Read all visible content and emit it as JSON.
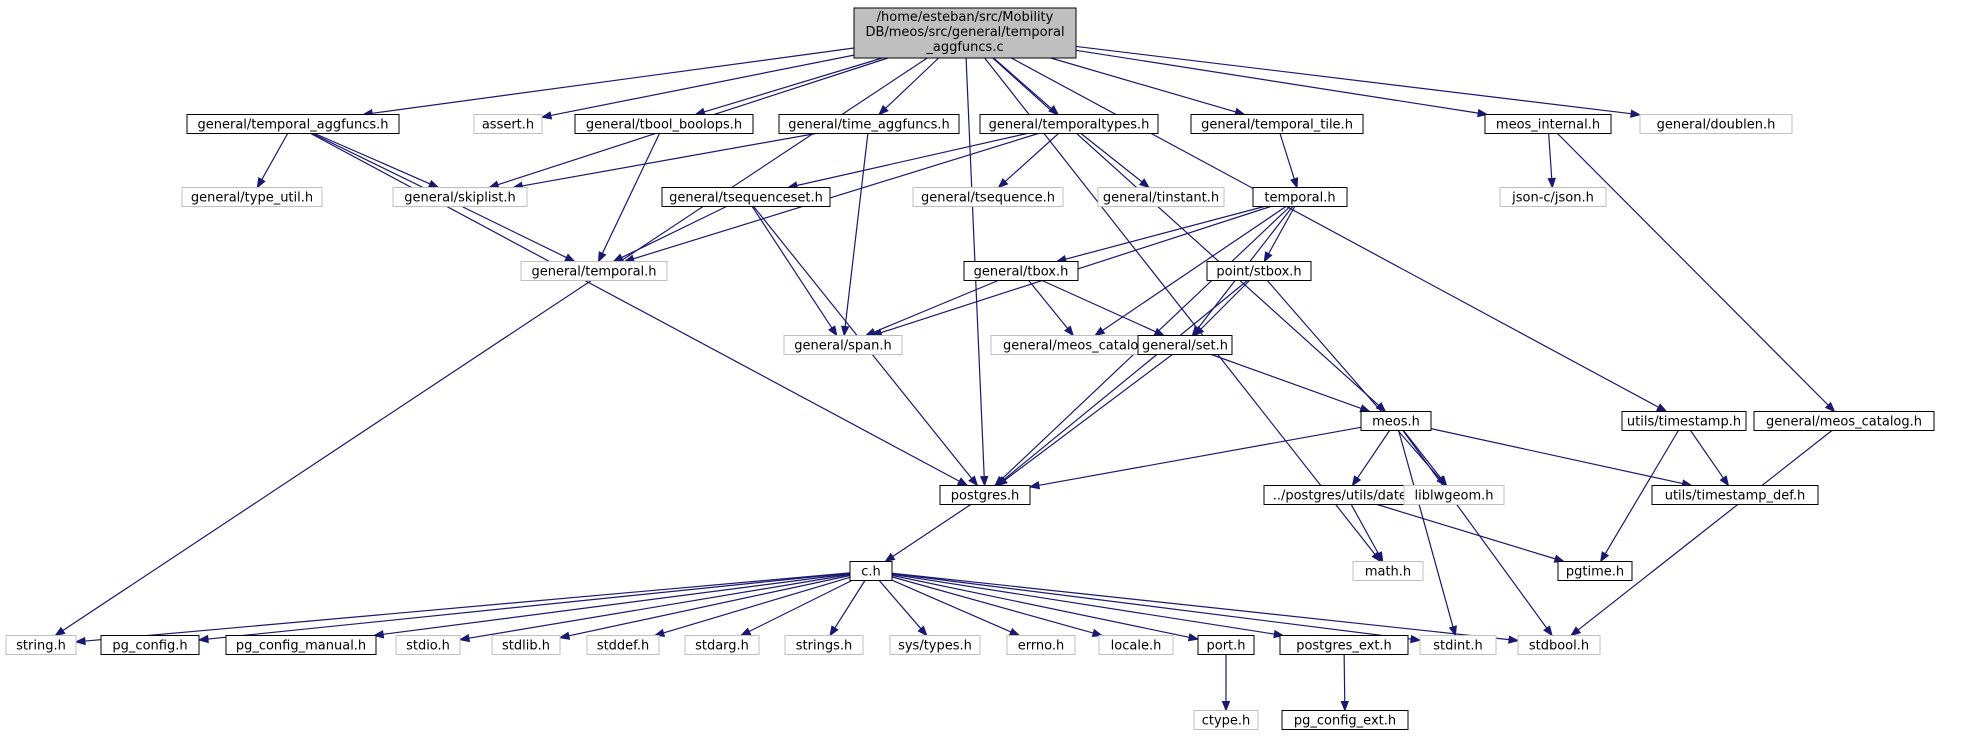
{
  "colors": {
    "edge": "#191970",
    "root_fill": "#bfbfbf",
    "documented_border": "#000000",
    "undocumented_border": "#bfbfbf",
    "node_fill": "#ffffff",
    "text": "#000000"
  },
  "root": {
    "lines": [
      "/home/esteban/src/Mobility",
      "DB/meos/src/general/temporal",
      "_aggfuncs.c"
    ]
  },
  "nodes": [
    {
      "id": "temporal_aggfuncs_h",
      "label": "general/temporal_aggfuncs.h",
      "documented": true
    },
    {
      "id": "assert_h",
      "label": "assert.h",
      "documented": false
    },
    {
      "id": "tbool_boolops_h",
      "label": "general/tbool_boolops.h",
      "documented": true
    },
    {
      "id": "time_aggfuncs_h",
      "label": "general/time_aggfuncs.h",
      "documented": true
    },
    {
      "id": "temporaltypes_h",
      "label": "general/temporaltypes.h",
      "documented": true
    },
    {
      "id": "temporal_tile_h",
      "label": "general/temporal_tile.h",
      "documented": true
    },
    {
      "id": "meos_internal_h",
      "label": "meos_internal.h",
      "documented": true
    },
    {
      "id": "doublen_h",
      "label": "general/doublen.h",
      "documented": false
    },
    {
      "id": "type_util_h",
      "label": "general/type_util.h",
      "documented": false
    },
    {
      "id": "skiplist_h",
      "label": "general/skiplist.h",
      "documented": false
    },
    {
      "id": "tsequenceset_h",
      "label": "general/tsequenceset.h",
      "documented": true
    },
    {
      "id": "tsequence_h",
      "label": "general/tsequence.h",
      "documented": false
    },
    {
      "id": "tinstant_h",
      "label": "general/tinstant.h",
      "documented": false
    },
    {
      "id": "temporal_h",
      "label": "temporal.h",
      "documented": true
    },
    {
      "id": "json_h",
      "label": "json-c/json.h",
      "documented": false
    },
    {
      "id": "general_temporal_h",
      "label": "general/temporal.h",
      "documented": false
    },
    {
      "id": "tbox_h",
      "label": "general/tbox.h",
      "documented": true
    },
    {
      "id": "stbox_h",
      "label": "point/stbox.h",
      "documented": true
    },
    {
      "id": "span_h",
      "label": "general/span.h",
      "documented": false
    },
    {
      "id": "gen_meos_catalog_h",
      "label": "general/meos_catalog.h",
      "documented": false
    },
    {
      "id": "set_h",
      "label": "general/set.h",
      "documented": true
    },
    {
      "id": "meos_h",
      "label": "meos.h",
      "documented": true
    },
    {
      "id": "utils_timestamp_h",
      "label": "utils/timestamp.h",
      "documented": true
    },
    {
      "id": "gen_meos_catalog_h2",
      "label": "general/meos_catalog.h",
      "documented": true
    },
    {
      "id": "postgres_h",
      "label": "postgres.h",
      "documented": true
    },
    {
      "id": "date_h",
      "label": "../postgres/utils/date.h",
      "documented": true
    },
    {
      "id": "liblwgeom_h",
      "label": "liblwgeom.h",
      "documented": false
    },
    {
      "id": "timestamp_def_h",
      "label": "utils/timestamp_def.h",
      "documented": true
    },
    {
      "id": "c_h",
      "label": "c.h",
      "documented": true
    },
    {
      "id": "math_h",
      "label": "math.h",
      "documented": false
    },
    {
      "id": "pgtime_h",
      "label": "pgtime.h",
      "documented": true
    },
    {
      "id": "string_h",
      "label": "string.h",
      "documented": false
    },
    {
      "id": "pg_config_h",
      "label": "pg_config.h",
      "documented": true
    },
    {
      "id": "pg_config_manual_h",
      "label": "pg_config_manual.h",
      "documented": true
    },
    {
      "id": "stdio_h",
      "label": "stdio.h",
      "documented": false
    },
    {
      "id": "stdlib_h",
      "label": "stdlib.h",
      "documented": false
    },
    {
      "id": "stddef_h",
      "label": "stddef.h",
      "documented": false
    },
    {
      "id": "stdarg_h",
      "label": "stdarg.h",
      "documented": false
    },
    {
      "id": "strings_h",
      "label": "strings.h",
      "documented": false
    },
    {
      "id": "sys_types_h",
      "label": "sys/types.h",
      "documented": false
    },
    {
      "id": "errno_h",
      "label": "errno.h",
      "documented": false
    },
    {
      "id": "locale_h",
      "label": "locale.h",
      "documented": false
    },
    {
      "id": "port_h",
      "label": "port.h",
      "documented": true
    },
    {
      "id": "postgres_ext_h",
      "label": "postgres_ext.h",
      "documented": true
    },
    {
      "id": "stdint_h",
      "label": "stdint.h",
      "documented": false
    },
    {
      "id": "stdbool_h",
      "label": "stdbool.h",
      "documented": false
    },
    {
      "id": "ctype_h",
      "label": "ctype.h",
      "documented": false
    },
    {
      "id": "pg_config_ext_h",
      "label": "pg_config_ext.h",
      "documented": true
    }
  ],
  "edges": [
    [
      "root",
      "temporal_aggfuncs_h"
    ],
    [
      "root",
      "assert_h"
    ],
    [
      "root",
      "tbool_boolops_h"
    ],
    [
      "root",
      "time_aggfuncs_h"
    ],
    [
      "root",
      "temporaltypes_h"
    ],
    [
      "root",
      "temporal_tile_h"
    ],
    [
      "root",
      "meos_internal_h"
    ],
    [
      "root",
      "doublen_h"
    ],
    [
      "root",
      "skiplist_h"
    ],
    [
      "root",
      "meos_h"
    ],
    [
      "root",
      "math_h"
    ],
    [
      "root",
      "utils_timestamp_h"
    ],
    [
      "root",
      "string_h"
    ],
    [
      "root",
      "postgres_h"
    ],
    [
      "temporal_aggfuncs_h",
      "type_util_h"
    ],
    [
      "temporal_aggfuncs_h",
      "skiplist_h"
    ],
    [
      "temporal_aggfuncs_h",
      "general_temporal_h"
    ],
    [
      "temporal_aggfuncs_h",
      "postgres_h"
    ],
    [
      "tbool_boolops_h",
      "general_temporal_h"
    ],
    [
      "time_aggfuncs_h",
      "skiplist_h"
    ],
    [
      "time_aggfuncs_h",
      "span_h"
    ],
    [
      "temporaltypes_h",
      "tsequenceset_h"
    ],
    [
      "temporaltypes_h",
      "tsequence_h"
    ],
    [
      "temporaltypes_h",
      "tinstant_h"
    ],
    [
      "temporaltypes_h",
      "general_temporal_h"
    ],
    [
      "temporal_tile_h",
      "temporal_h"
    ],
    [
      "meos_internal_h",
      "json_h"
    ],
    [
      "meos_internal_h",
      "gen_meos_catalog_h2"
    ],
    [
      "tsequenceset_h",
      "general_temporal_h"
    ],
    [
      "tsequenceset_h",
      "span_h"
    ],
    [
      "tsequenceset_h",
      "postgres_h"
    ],
    [
      "temporal_h",
      "tbox_h"
    ],
    [
      "temporal_h",
      "stbox_h"
    ],
    [
      "temporal_h",
      "span_h"
    ],
    [
      "temporal_h",
      "gen_meos_catalog_h"
    ],
    [
      "temporal_h",
      "set_h"
    ],
    [
      "temporal_h",
      "postgres_h"
    ],
    [
      "tbox_h",
      "span_h"
    ],
    [
      "tbox_h",
      "gen_meos_catalog_h"
    ],
    [
      "tbox_h",
      "set_h"
    ],
    [
      "stbox_h",
      "set_h"
    ],
    [
      "stbox_h",
      "postgres_h"
    ],
    [
      "stbox_h",
      "liblwgeom_h"
    ],
    [
      "set_h",
      "postgres_h"
    ],
    [
      "set_h",
      "meos_h"
    ],
    [
      "meos_h",
      "postgres_h"
    ],
    [
      "meos_h",
      "date_h"
    ],
    [
      "meos_h",
      "liblwgeom_h"
    ],
    [
      "meos_h",
      "timestamp_def_h"
    ],
    [
      "meos_h",
      "stdint_h"
    ],
    [
      "meos_h",
      "stdbool_h"
    ],
    [
      "utils_timestamp_h",
      "timestamp_def_h"
    ],
    [
      "utils_timestamp_h",
      "pgtime_h"
    ],
    [
      "gen_meos_catalog_h2",
      "stdbool_h"
    ],
    [
      "postgres_h",
      "c_h"
    ],
    [
      "date_h",
      "math_h"
    ],
    [
      "date_h",
      "pgtime_h"
    ],
    [
      "c_h",
      "string_h"
    ],
    [
      "c_h",
      "pg_config_h"
    ],
    [
      "c_h",
      "pg_config_manual_h"
    ],
    [
      "c_h",
      "stdio_h"
    ],
    [
      "c_h",
      "stdlib_h"
    ],
    [
      "c_h",
      "stddef_h"
    ],
    [
      "c_h",
      "stdarg_h"
    ],
    [
      "c_h",
      "strings_h"
    ],
    [
      "c_h",
      "sys_types_h"
    ],
    [
      "c_h",
      "errno_h"
    ],
    [
      "c_h",
      "locale_h"
    ],
    [
      "c_h",
      "port_h"
    ],
    [
      "c_h",
      "postgres_ext_h"
    ],
    [
      "c_h",
      "stdint_h"
    ],
    [
      "c_h",
      "stdbool_h"
    ],
    [
      "port_h",
      "ctype_h"
    ],
    [
      "postgres_ext_h",
      "pg_config_ext_h"
    ]
  ]
}
